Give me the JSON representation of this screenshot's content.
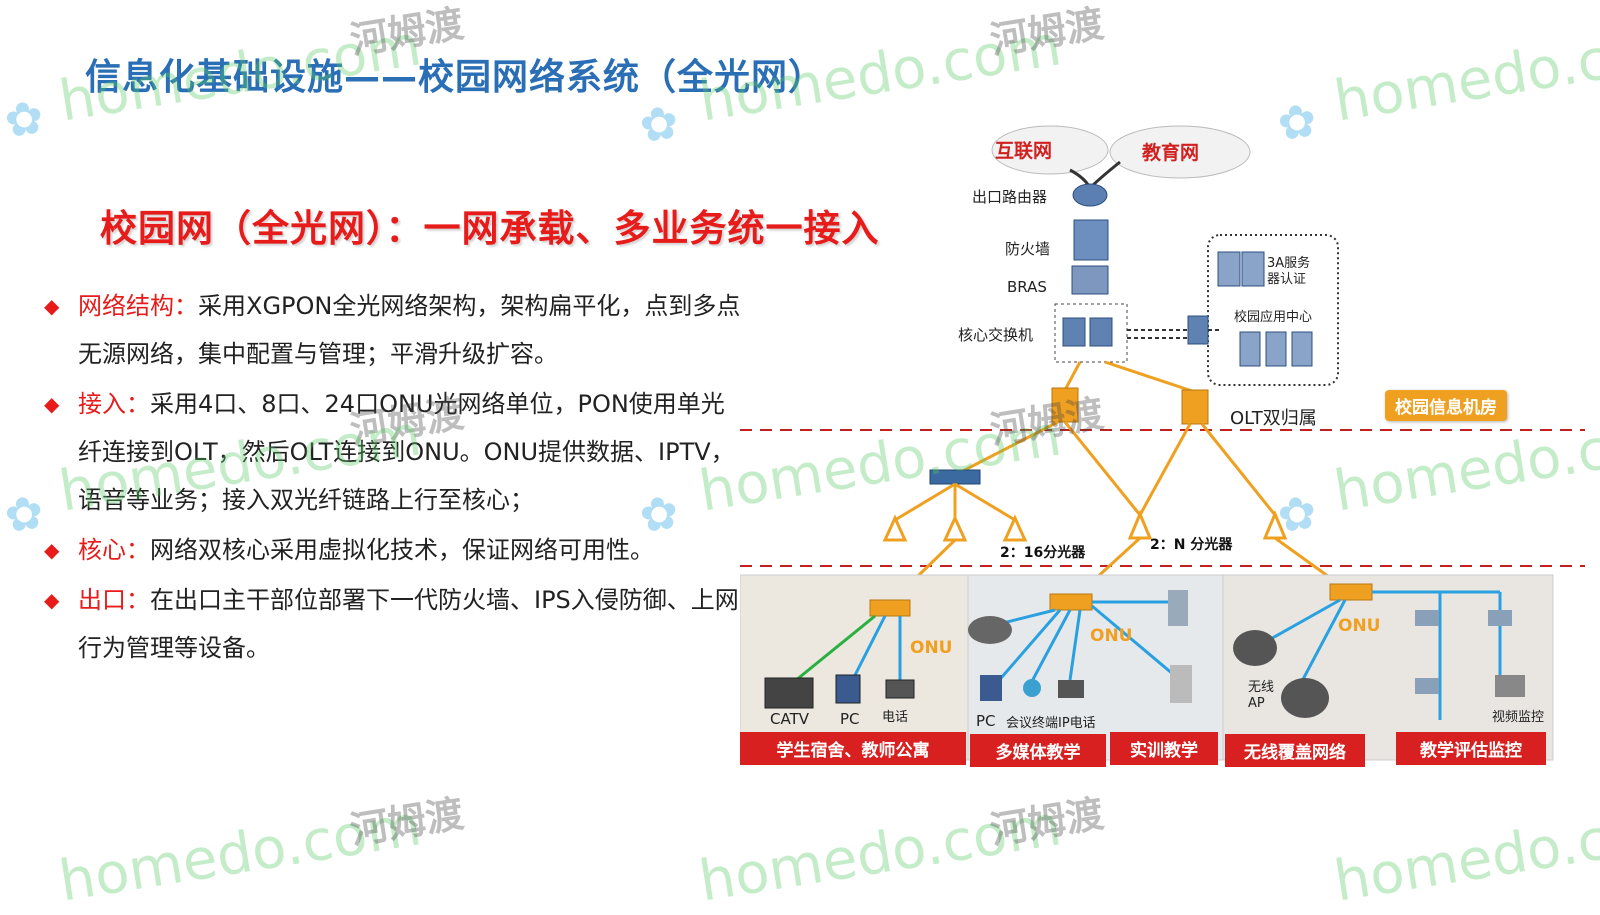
{
  "title": "信息化基础设施——校园网络系统（全光网）",
  "subtitle": "校园网（全光网）：一网承载、多业务统一接入",
  "bullets": [
    {
      "label": "网络结构：",
      "text": "采用XGPON全光网络架构，架构扁平化，点到多点无源网络，集中配置与管理；平滑升级扩容。"
    },
    {
      "label": "接入：",
      "text": "采用4口、8口、24口ONU光网络单位，PON使用单光纤连接到OLT，然后OLT连接到ONU。ONU提供数据、IPTV，语音等业务；接入双光纤链路上行至核心；"
    },
    {
      "label": "核心：",
      "text": "网络双核心采用虚拟化技术，保证网络可用性。"
    },
    {
      "label": "出口：",
      "text": "在出口主干部位部署下一代防火墙、IPS入侵防御、上网行为管理等设备。"
    }
  ],
  "diagram": {
    "clouds": [
      "互联网",
      "教育网"
    ],
    "labels": {
      "router": "出口路由器",
      "firewall": "防火墙",
      "bras": "BRAS",
      "core": "核心交换机",
      "aaa": "3A服务器认证",
      "app_center": "校园应用中心",
      "olt": "OLT双归属",
      "room": "校园信息机房",
      "splitter_16": "2：16分光器",
      "splitter_n": "2：N 分光器",
      "onu": "ONU",
      "catv": "CATV",
      "pc": "PC",
      "phone": "电话",
      "conf": "会议终端IP电话",
      "ap": "无线AP",
      "cam": "视频监控"
    },
    "bottom_bars": [
      "学生宿舍、教师公寓",
      "多媒体教学",
      "实训教学",
      "无线覆盖网络",
      "教学评估监控"
    ]
  },
  "watermark": {
    "site": "homedo.com",
    "brand": "河姆渡",
    "brand_short": "河姆渡",
    "flower": "✿"
  },
  "colors": {
    "title": "#2a6fb5",
    "accent": "#e81b1b",
    "fiber": "#f0a020",
    "lan": "#2aa0e0"
  }
}
